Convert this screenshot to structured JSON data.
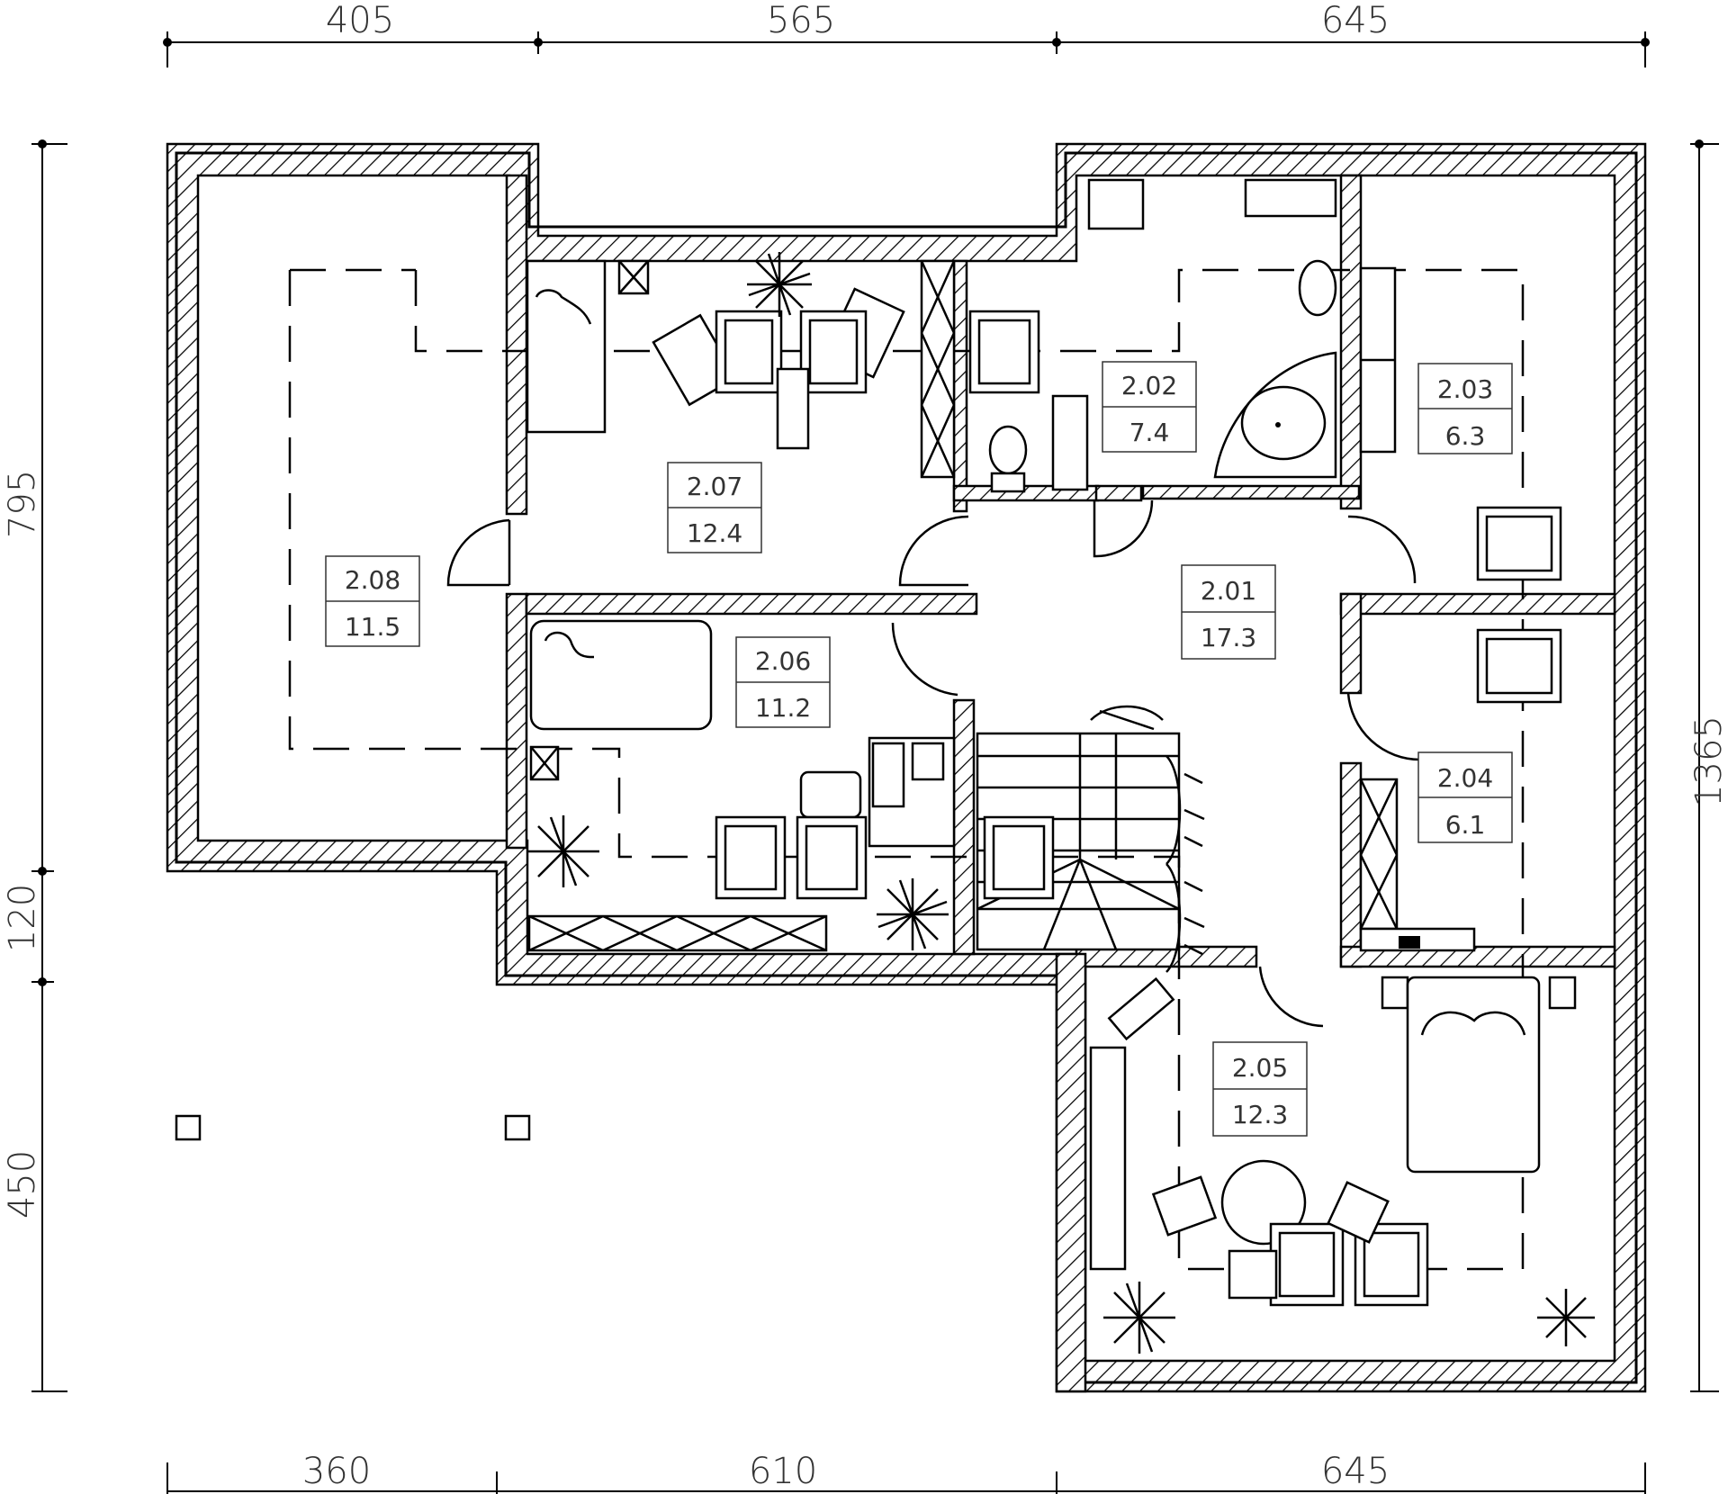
{
  "dimensions": {
    "top": [
      "405",
      "565",
      "645"
    ],
    "bottom": [
      "360",
      "610",
      "645"
    ],
    "left": [
      "795",
      "120",
      "450"
    ],
    "right": [
      "1365"
    ]
  },
  "rooms": [
    {
      "id": "2.01",
      "area": "17.3"
    },
    {
      "id": "2.02",
      "area": "7.4"
    },
    {
      "id": "2.03",
      "area": "6.3"
    },
    {
      "id": "2.04",
      "area": "6.1"
    },
    {
      "id": "2.05",
      "area": "12.3"
    },
    {
      "id": "2.06",
      "area": "11.2"
    },
    {
      "id": "2.07",
      "area": "12.4"
    },
    {
      "id": "2.08",
      "area": "11.5"
    }
  ]
}
